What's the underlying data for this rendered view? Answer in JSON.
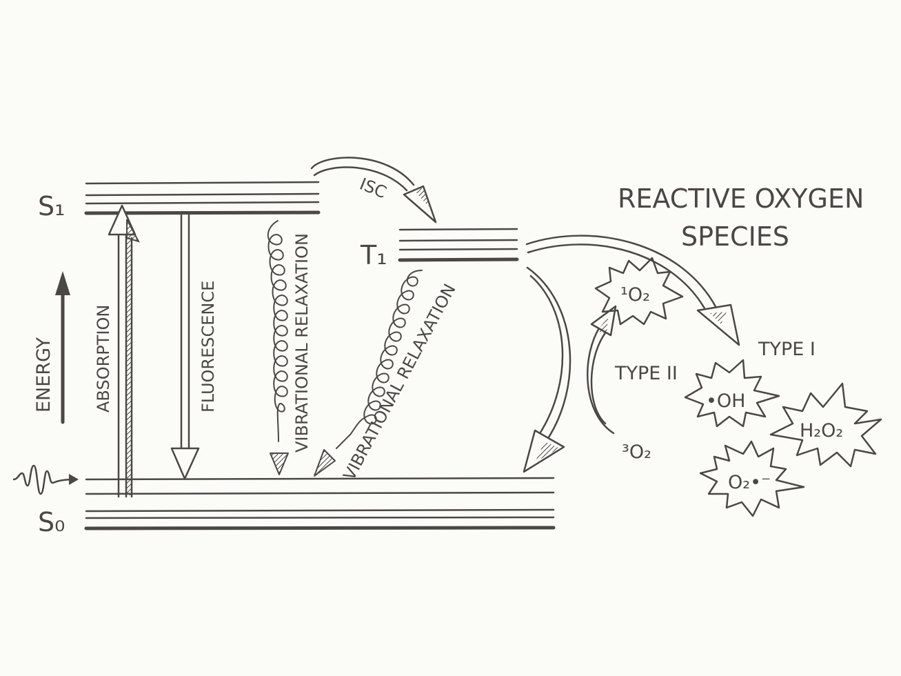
{
  "title": [
    "REACTIVE OXYGEN",
    "SPECIES"
  ],
  "levels": {
    "s1": "S₁",
    "s0": "S₀",
    "t1": "T₁"
  },
  "energy_label": "ENERGY",
  "transitions": {
    "absorption": "ABSORPTION",
    "fluorescence": "FLUORESCENCE",
    "vibrational_relaxation_s1": "VIBRATIONAL RELAXATION",
    "vibrational_relaxation_t1": "VIBRATIONAL RELAXATION",
    "isc": "ISC"
  },
  "mechanisms": {
    "type_ii": "TYPE II",
    "type_i": "TYPE I"
  },
  "species": {
    "singlet_oxygen": "¹O₂",
    "triplet_oxygen": "³O₂",
    "hydroxyl": "•OH",
    "hydrogen_peroxide": "H₂O₂",
    "superoxide": "O₂•⁻"
  },
  "colors": {
    "ink": "#4a4745",
    "paper": "#fbfbf8"
  }
}
